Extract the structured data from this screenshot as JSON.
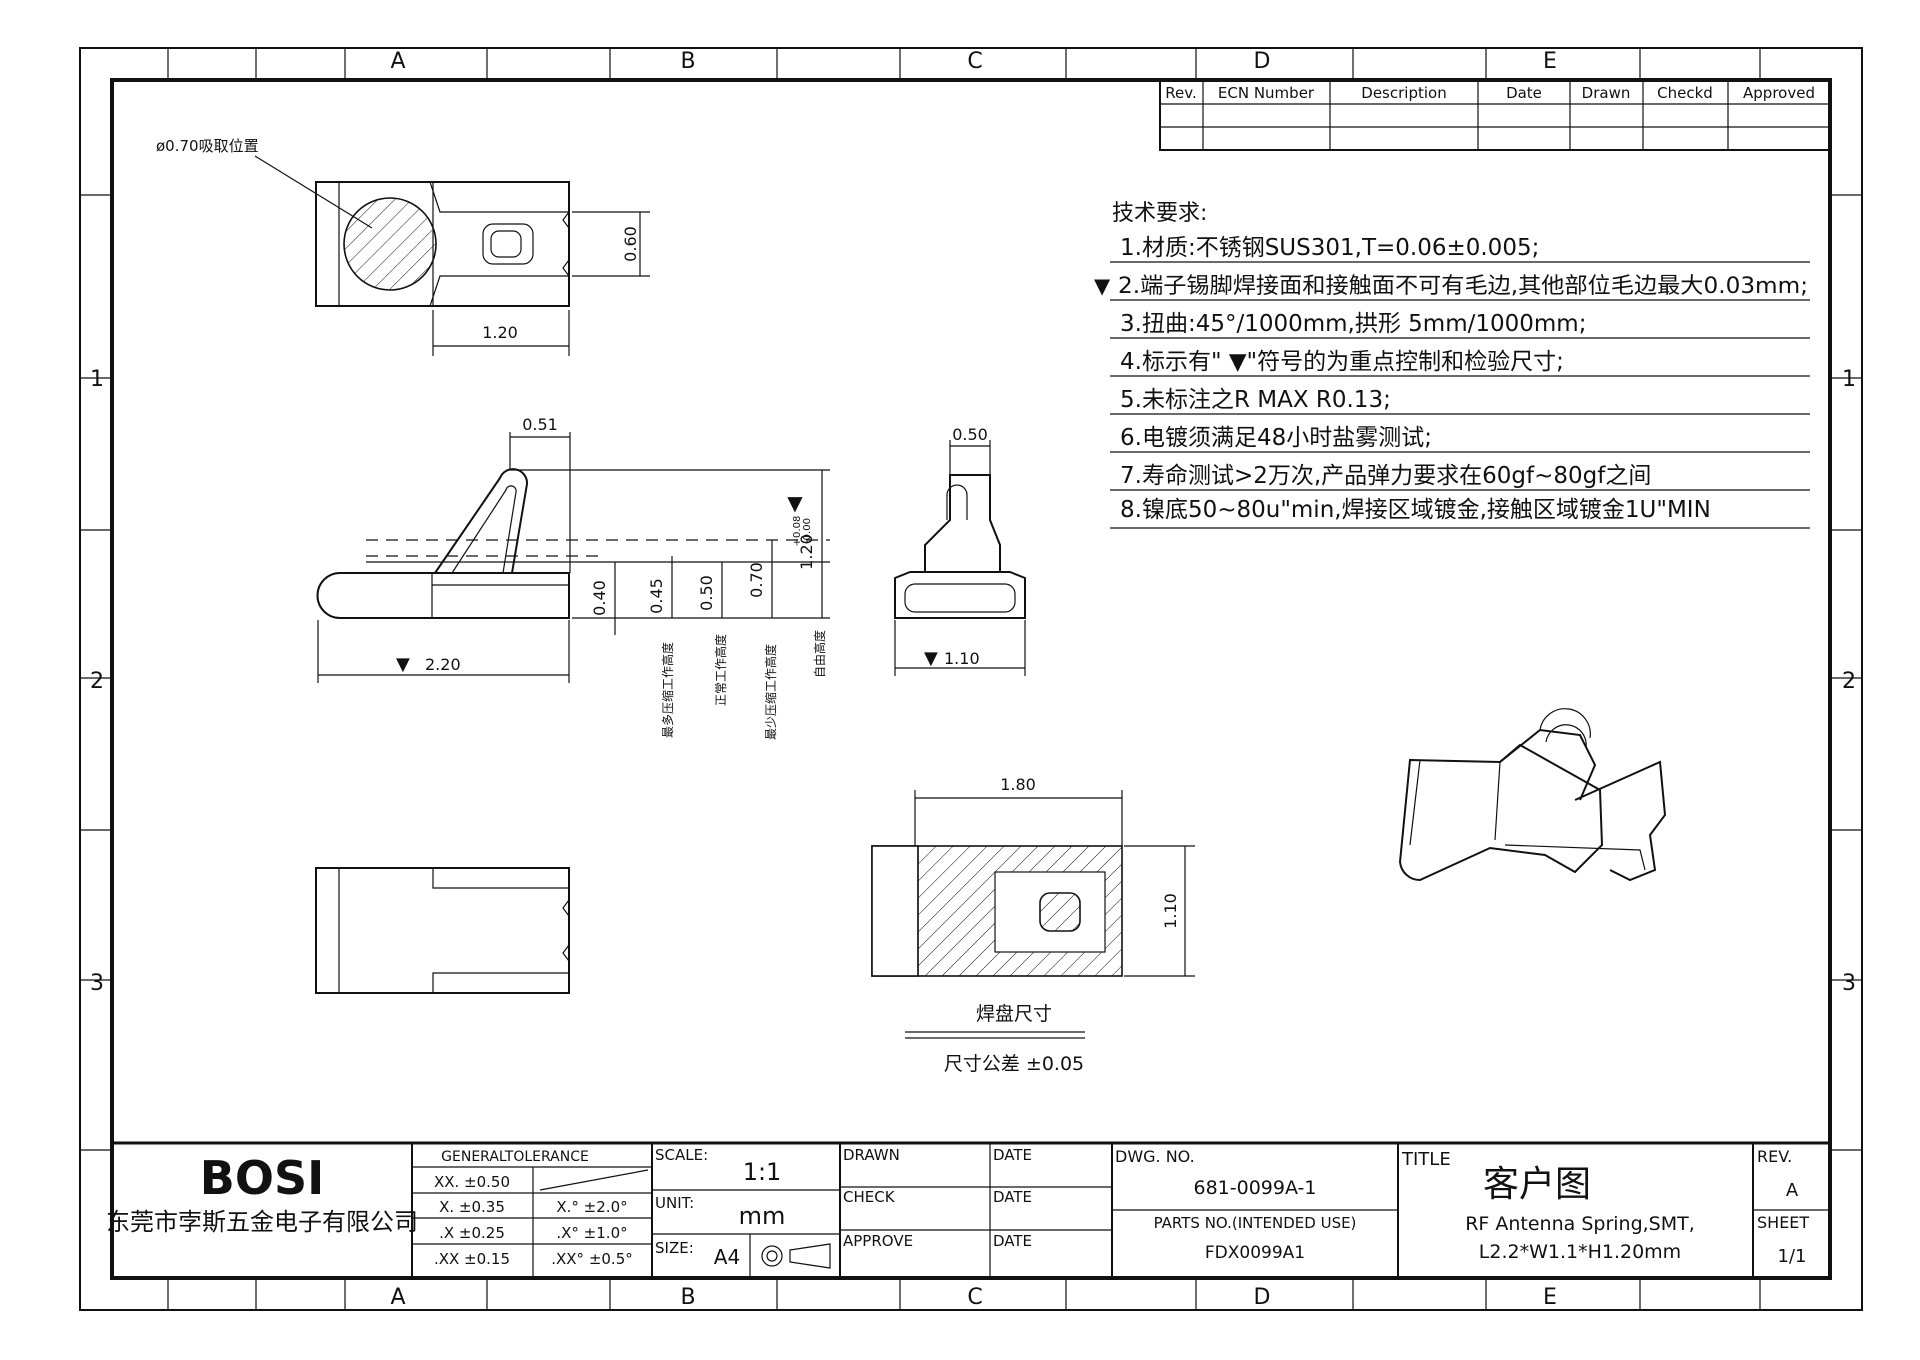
{
  "frame": {
    "zone_letters": [
      "A",
      "B",
      "C",
      "D",
      "E"
    ],
    "zone_numbers": [
      "1",
      "2",
      "3"
    ]
  },
  "revision_table": {
    "headers": [
      "Rev.",
      "ECN  Number",
      "Description",
      "Date",
      "Drawn",
      "Checkd",
      "Approved"
    ],
    "rows": [
      [
        "",
        "",
        "",
        "",
        "",
        "",
        ""
      ],
      [
        "",
        "",
        "",
        "",
        "",
        "",
        ""
      ]
    ]
  },
  "notes": {
    "heading": "技术要求:",
    "items": [
      "1.材质:不锈钢SUS301,T=0.06±0.005;",
      "2.端子锡脚焊接面和接触面不可有毛边,其他部位毛边最大0.03mm;",
      "3.扭曲:45°/1000mm,拱形  5mm/1000mm;",
      "4.标示有\"  ▼\"符号的为重点控制和检验尺寸;",
      "5.未标注之R  MAX  R0.13;",
      "6.电镀须满足48小时盐雾测试;",
      "7.寿命测试>2万次,产品弹力要求在60gf~80gf之间",
      "8.镍底50~80u\"min,焊接区域镀金,接触区域镀金1U\"MIN"
    ],
    "marker_symbol": "▼"
  },
  "top_view": {
    "pickup_label": "ø0.70吸取位置",
    "dim_height": "0.60",
    "dim_width": "1.20"
  },
  "side_view": {
    "dim_top": "0.51",
    "dim_length": "2.20",
    "dim_040": "0.40",
    "dim_045": "0.45",
    "dim_050": "0.50",
    "dim_070": "0.70",
    "dim_total": "1.20",
    "tol_plus": "+0.08",
    "tol_minus": "-0.00",
    "height_labels": [
      "最多压缩工作高度",
      "正常工作高度",
      "最少压缩工作高度",
      "自由高度"
    ]
  },
  "end_view": {
    "dim_top": "0.50",
    "dim_bottom": "1.10"
  },
  "pad_view": {
    "dim_width": "1.80",
    "dim_height": "1.10",
    "caption": "焊盘尺寸",
    "tolerance": "尺寸公差 ±0.05"
  },
  "title_block": {
    "company_logo": "BOSI",
    "company_name": "东莞市孛斯五金电子有限公司",
    "general_tolerance_label": "GENERALTOLERANCE",
    "tolerances_left": [
      "XX. ±0.50",
      "X. ±0.35",
      ".X ±0.25",
      ".XX ±0.15"
    ],
    "tolerances_right": [
      "X.° ±2.0°",
      ".X° ±1.0°",
      ".XX° ±0.5°"
    ],
    "scale_label": "SCALE:",
    "scale_value": "1:1",
    "unit_label": "UNIT:",
    "unit_value": "mm",
    "size_label": "SIZE:",
    "size_value": "A4",
    "drawn_label": "DRAWN",
    "check_label": "CHECK",
    "approve_label": "APPROVE",
    "date_label_1": "DATE",
    "date_label_2": "DATE",
    "date_label_3": "DATE",
    "dwg_no_label": "DWG. NO.",
    "dwg_no_value": "681-0099A-1",
    "parts_no_label": "PARTS NO.(INTENDED USE)",
    "parts_no_value": "FDX0099A1",
    "title_label": "TITLE",
    "title_value": "客户图",
    "desc_line1": "RF Antenna Spring,SMT,",
    "desc_line2": "L2.2*W1.1*H1.20mm",
    "rev_label": "REV.",
    "rev_value": "A",
    "sheet_label": "SHEET",
    "sheet_value": "1/1"
  }
}
